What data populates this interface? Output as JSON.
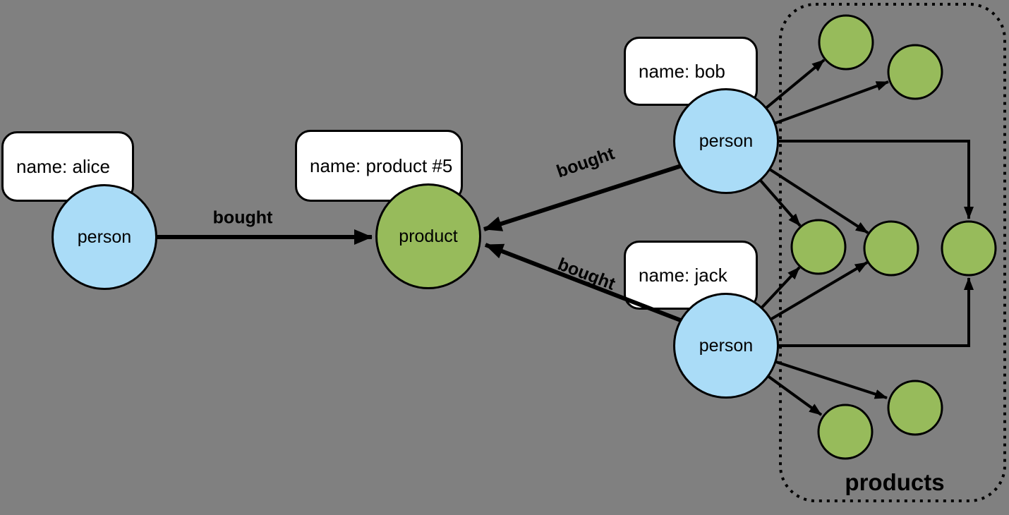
{
  "diagram": {
    "background_color": "#808080",
    "person_color": "#AADCF7",
    "product_color": "#97BB5B",
    "nodes": {
      "alice": {
        "label": "person",
        "property": "name: alice"
      },
      "product5": {
        "label": "product",
        "property": "name: product #5"
      },
      "bob": {
        "label": "person",
        "property": "name: bob"
      },
      "jack": {
        "label": "person",
        "property": "name: jack"
      }
    },
    "edges": {
      "alice_product": {
        "label": "bought"
      },
      "bob_product": {
        "label": "bought"
      },
      "jack_product": {
        "label": "bought"
      }
    },
    "products_group": {
      "label": "products",
      "unnamed_product_count": 7
    }
  }
}
